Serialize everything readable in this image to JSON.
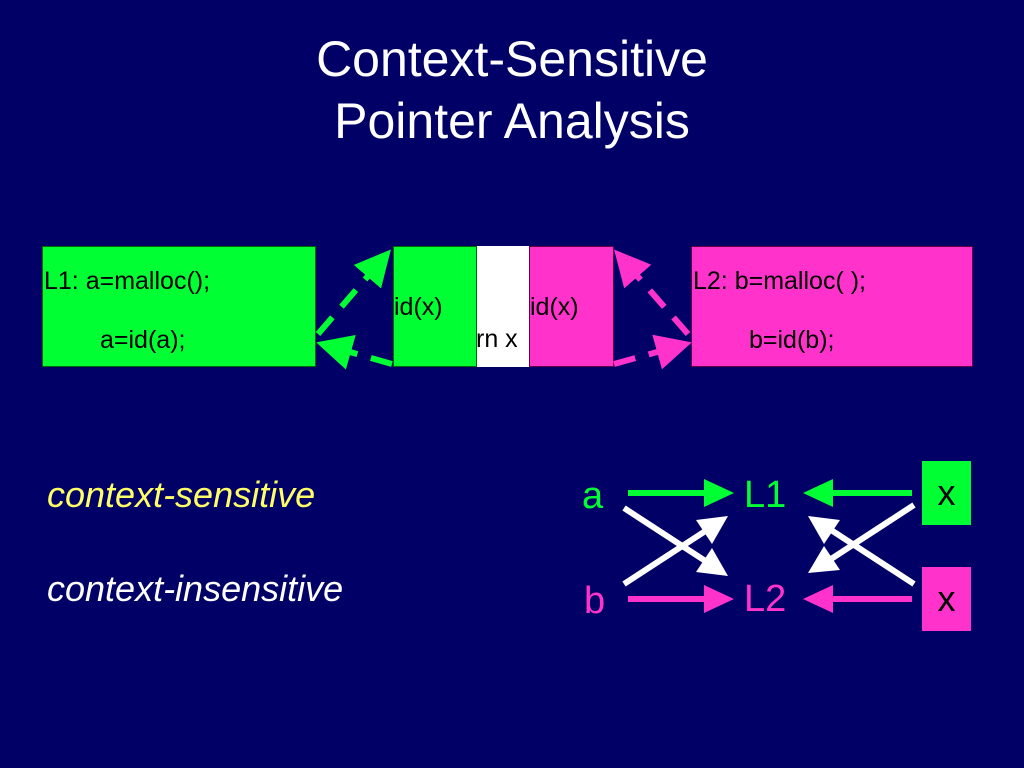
{
  "slide": {
    "title_line1": "Context-Sensitive",
    "title_line2": "Pointer Analysis"
  },
  "code": {
    "left_box": {
      "line1": "L1: a=malloc();",
      "line2": "a=id(a);"
    },
    "right_box": {
      "line1": "L2: b=malloc( );",
      "line2": "b=id(b);"
    },
    "middle_white": {
      "text": "rn x"
    },
    "middle_green": {
      "text": "id(x)"
    },
    "middle_pink": {
      "text": "id(x)"
    }
  },
  "legend": {
    "sensitive": "context-sensitive",
    "insensitive": "context-insensitive"
  },
  "graph": {
    "node_a": "a",
    "node_b": "b",
    "node_l1": "L1",
    "node_l2": "L2",
    "node_x_top": "x",
    "node_x_bottom": "x"
  },
  "colors": {
    "background": "#000066",
    "green": "#00ff33",
    "pink": "#ff33cc",
    "white": "#ffffff",
    "legend_yellow": "#ffff66"
  }
}
